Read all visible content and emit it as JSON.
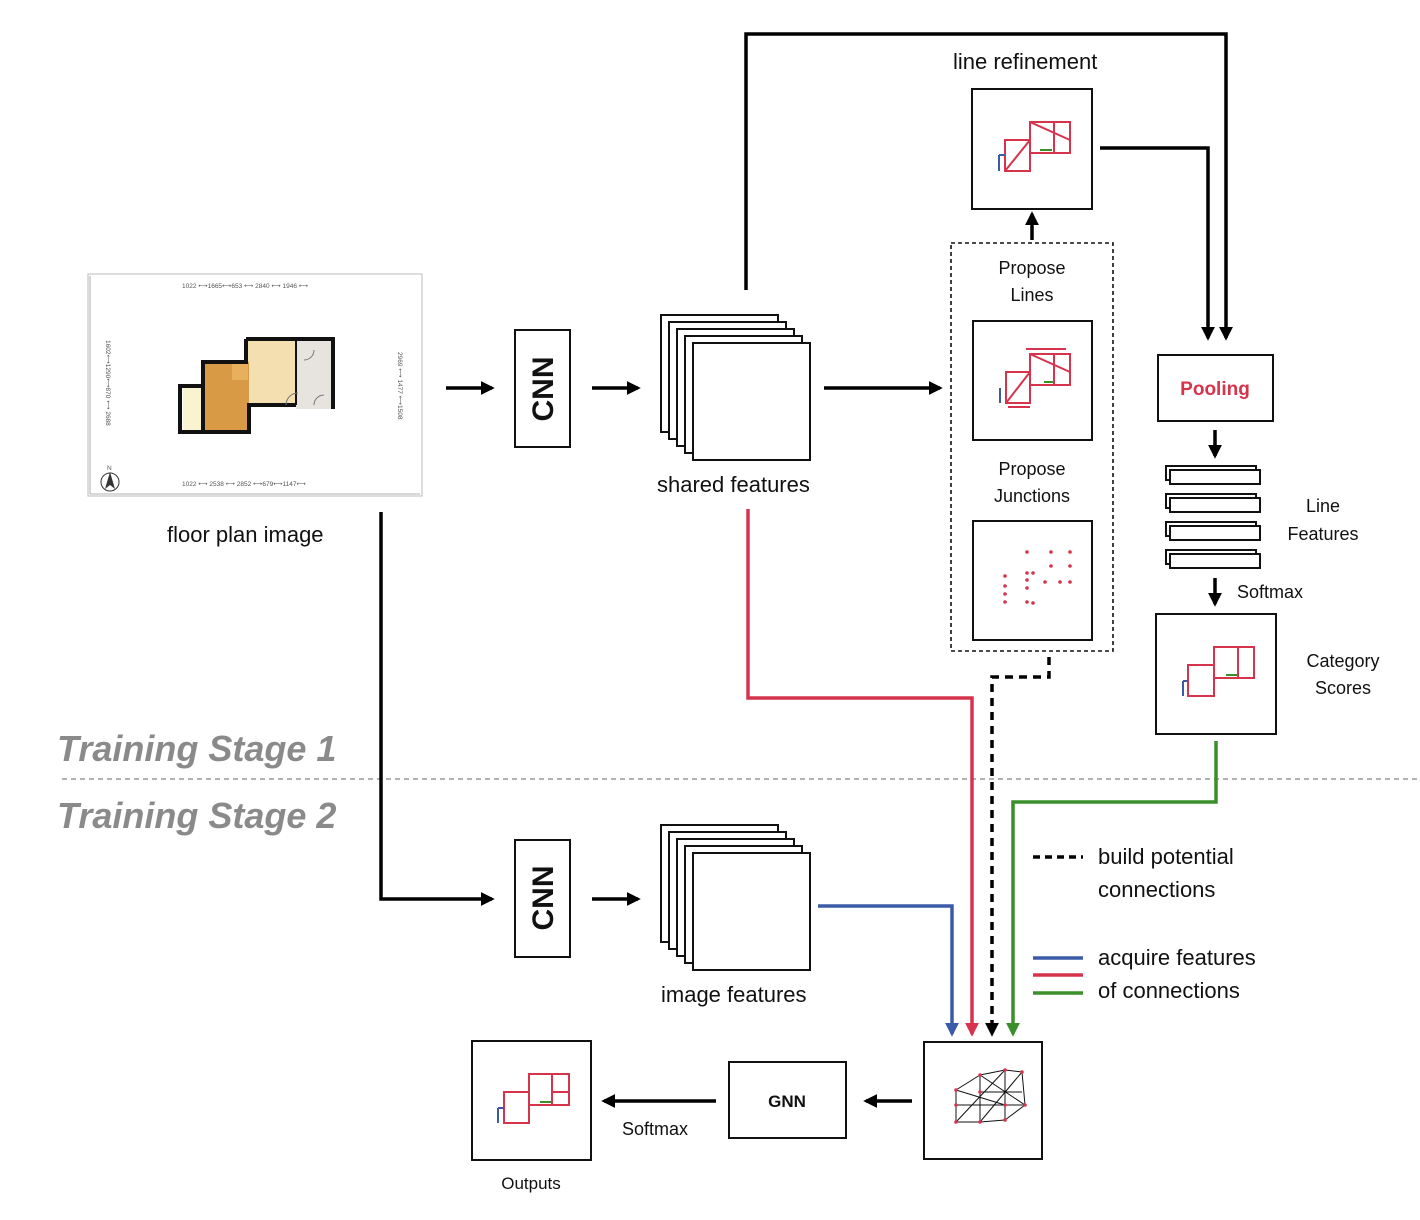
{
  "labels": {
    "floor_plan_image": "floor plan image",
    "cnn_top": "CNN",
    "cnn_bottom": "CNN",
    "shared_features": "shared features",
    "image_features": "image features",
    "line_refinement": "line refinement",
    "propose_lines_1": "Propose",
    "propose_lines_2": "Lines",
    "propose_junctions_1": "Propose",
    "propose_junctions_2": "Junctions",
    "pooling": "Pooling",
    "line_features_1": "Line",
    "line_features_2": "Features",
    "softmax_right": "Softmax",
    "category_scores_1": "Category",
    "category_scores_2": "Scores",
    "gnn": "GNN",
    "softmax_bottom": "Softmax",
    "outputs": "Outputs",
    "training_stage_1": "Training Stage 1",
    "training_stage_2": "Training Stage 2"
  },
  "legend": {
    "dashed_line_1": "build potential",
    "dashed_line_2": "connections",
    "colored_lines_1": "acquire features",
    "colored_lines_2": "of connections"
  },
  "floorplan_dims": {
    "top": "1022 ⟷1665⟷653 ⟷ 2840 ⟷ 1946 ⟷",
    "bottom": "1022 ⟷ 2538 ⟷ 2852 ⟷679⟷1147⟷",
    "left": "1602⟷1290⟷870 ⟷ 2688",
    "right": "2969 ⟷ 1477 ⟷1508",
    "north": "N"
  },
  "colors": {
    "red": "#d6334d",
    "blue": "#3b5ba9",
    "green": "#3a8f2b",
    "stage_text": "#8a8a8a"
  }
}
